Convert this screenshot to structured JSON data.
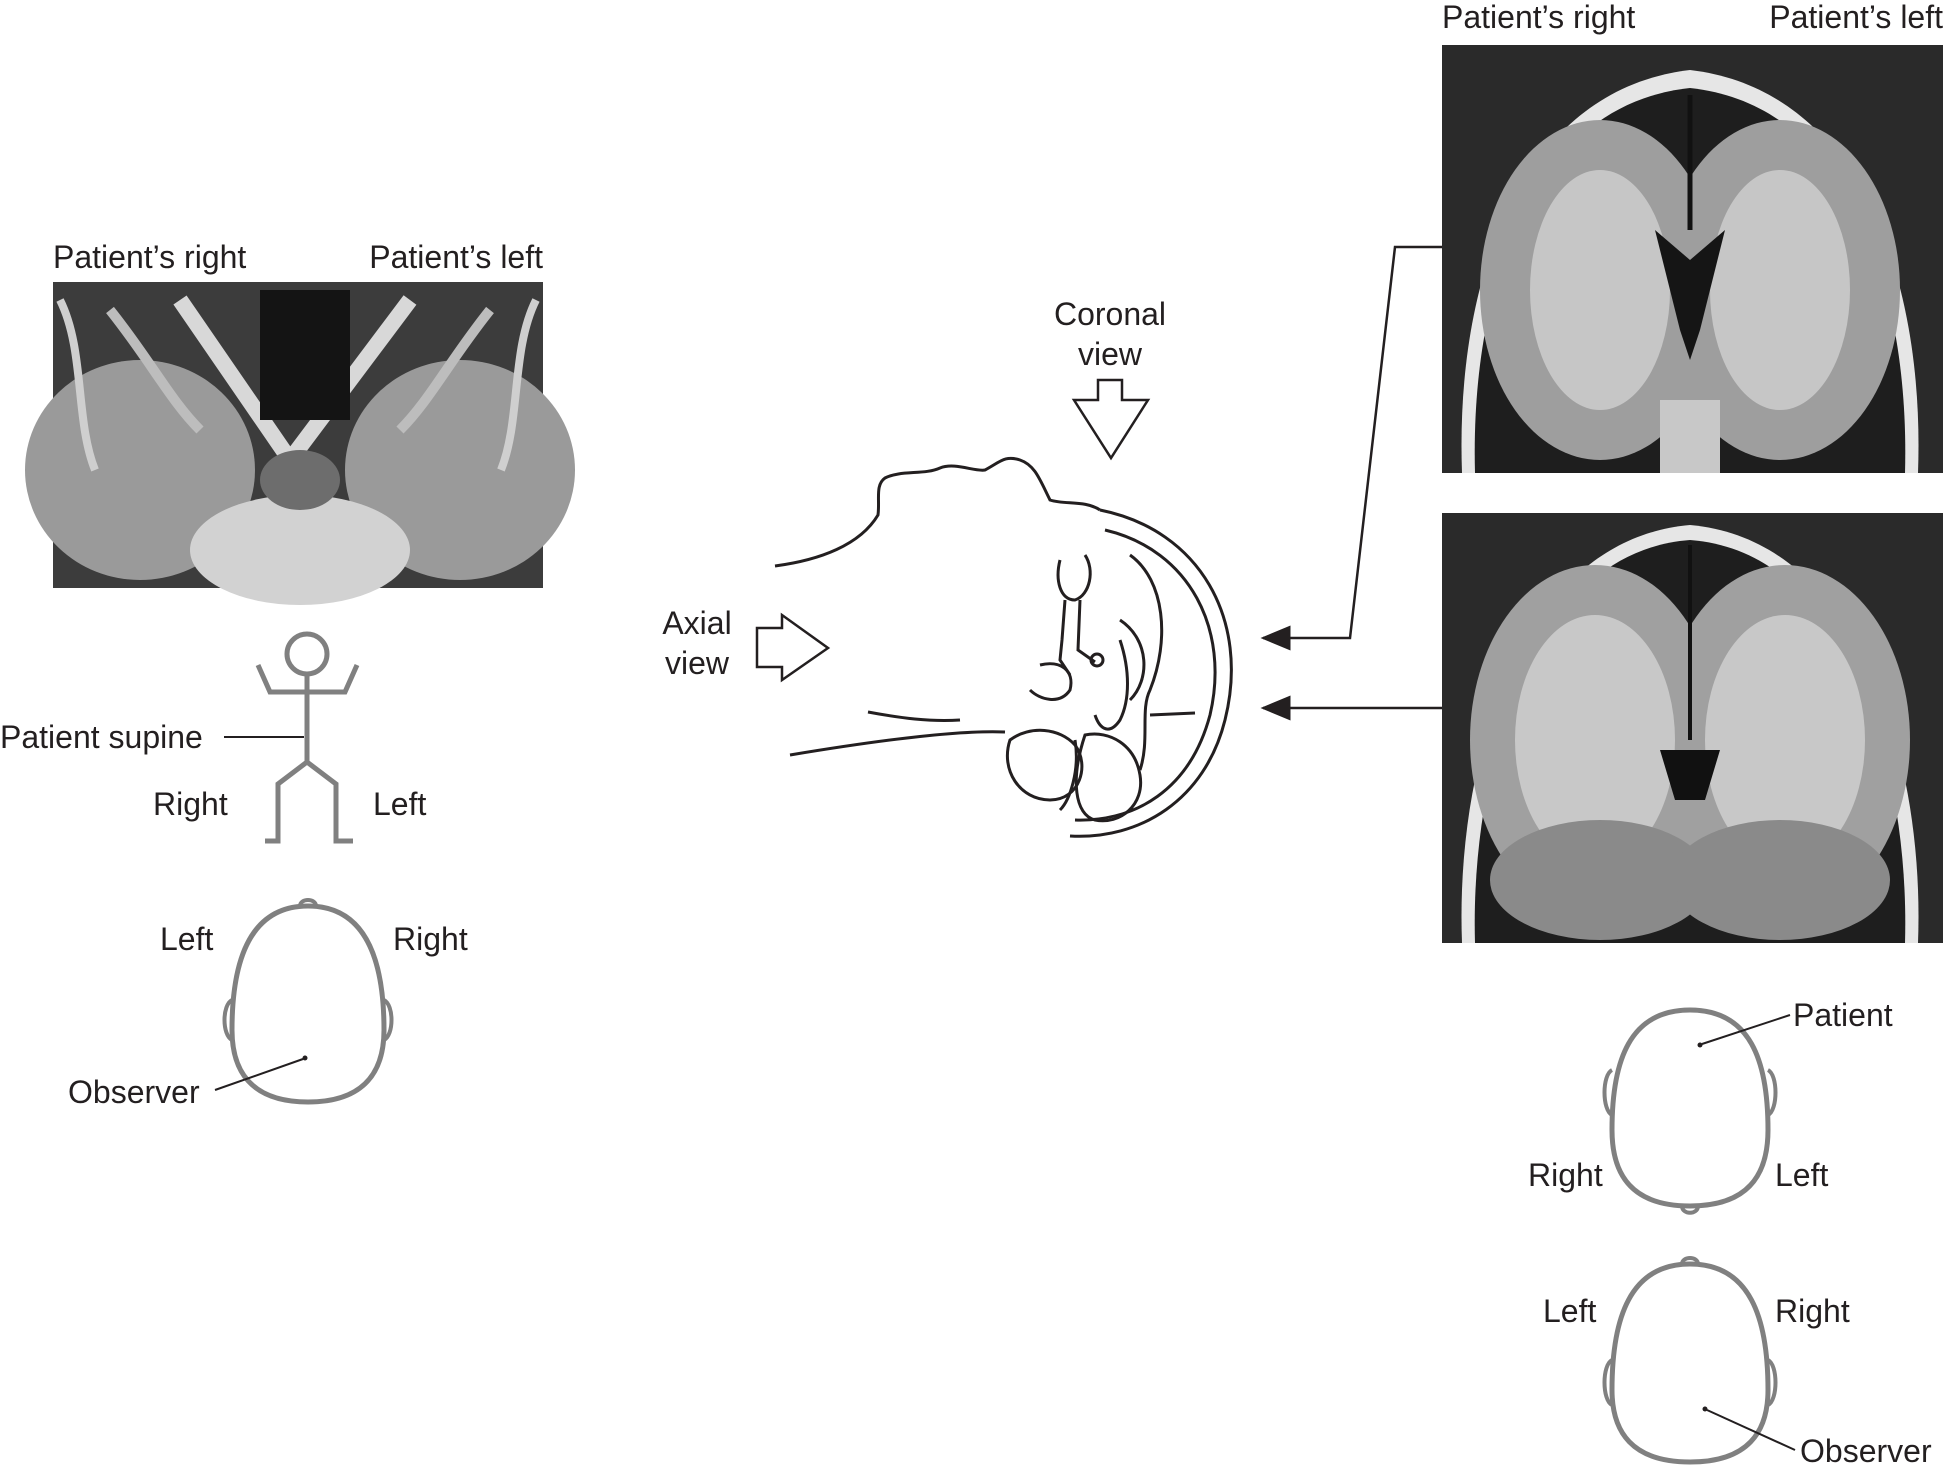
{
  "axial_panel": {
    "patient_right": "Patient’s right",
    "patient_left": "Patient’s left",
    "supine_label": "Patient supine",
    "figure_right": "Right",
    "figure_left": "Left",
    "head_left": "Left",
    "head_right": "Right",
    "observer": "Observer"
  },
  "center_panel": {
    "coronal_line1": "Coronal",
    "coronal_line2": "view",
    "axial_line1": "Axial",
    "axial_line2": "view"
  },
  "coronal_panel": {
    "patient_right": "Patient’s right",
    "patient_left": "Patient’s left",
    "head1_patient": "Patient",
    "head1_right": "Right",
    "head1_left": "Left",
    "head2_left": "Left",
    "head2_right": "Right",
    "observer": "Observer"
  },
  "colors": {
    "diagram_gray": "#808080",
    "ink": "#231f20"
  }
}
